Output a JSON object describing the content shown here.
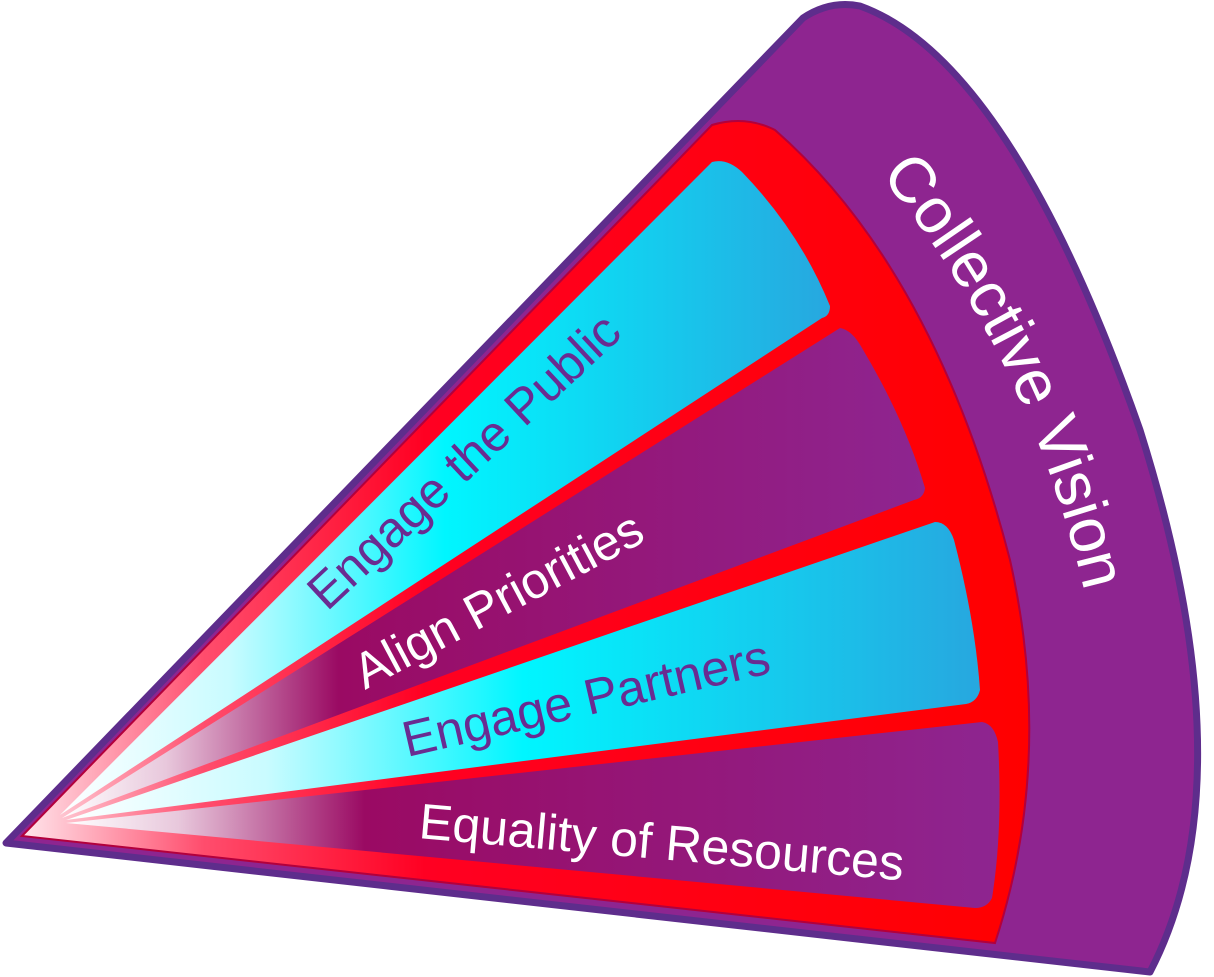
{
  "diagram": {
    "outer_label": "Collective Vision",
    "segments": [
      {
        "label": "Engage the Public",
        "fill": "cyan-gradient",
        "text_color": "#6a2c91"
      },
      {
        "label": "Align Priorities",
        "fill": "purple-gradient",
        "text_color": "#ffffff"
      },
      {
        "label": "Engage Partners",
        "fill": "cyan-gradient",
        "text_color": "#6a2c91"
      },
      {
        "label": "Equality of Resources",
        "fill": "purple-gradient",
        "text_color": "#ffffff"
      }
    ],
    "colors": {
      "outer_band": "#8e2590",
      "outer_stroke": "#5e2d8c",
      "red_band": "#ff0000",
      "cyan_light": "#00f6ff",
      "cyan_dark": "#27a7df",
      "purple_segment": "#8b2389",
      "magenta": "#9a0a63"
    }
  }
}
